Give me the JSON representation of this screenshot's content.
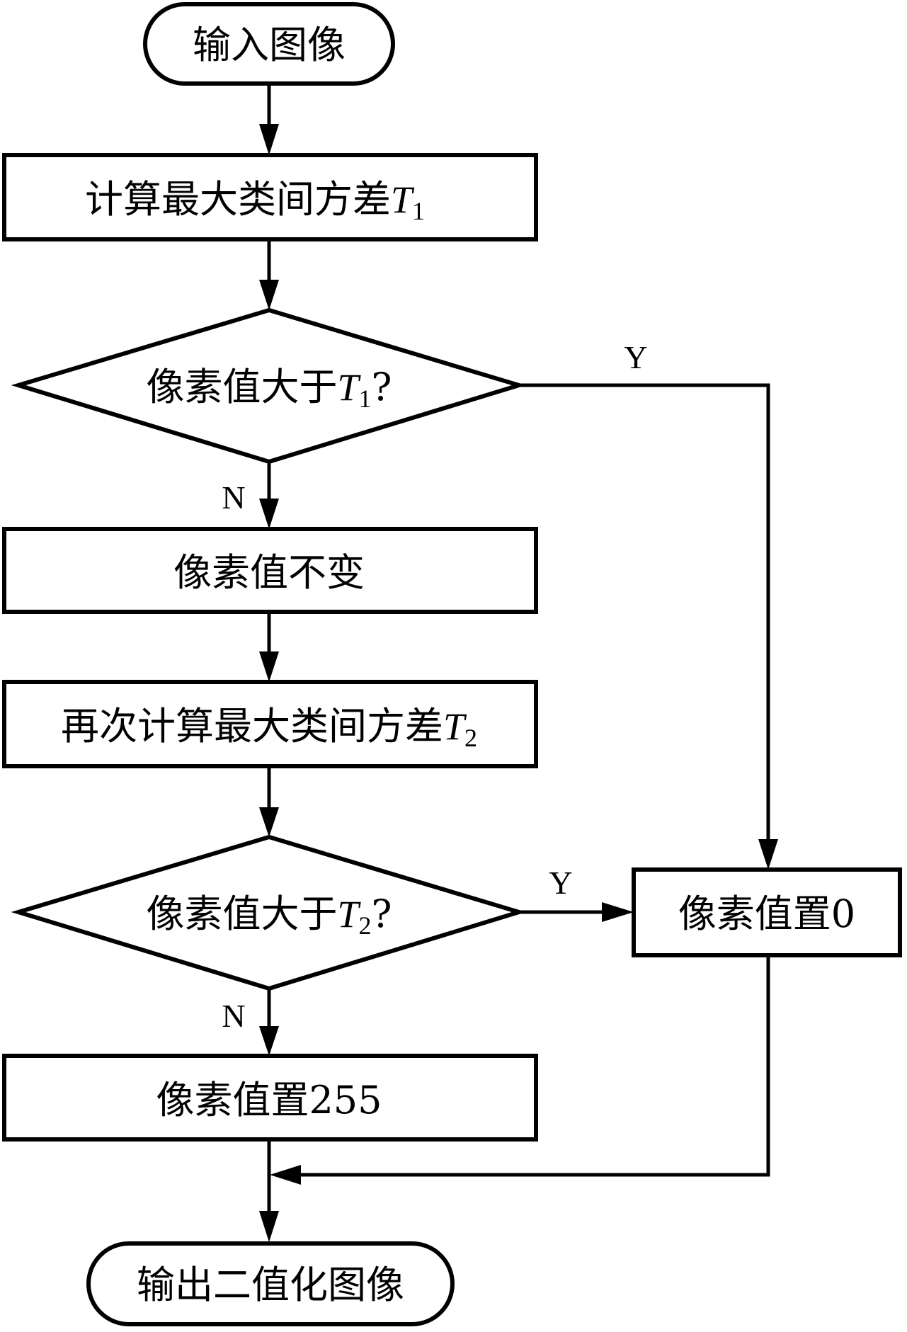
{
  "diagram": {
    "type": "flowchart",
    "nodes": {
      "start": {
        "shape": "terminal",
        "text": "输入图像"
      },
      "calc_t1": {
        "shape": "process",
        "text": "计算最大类间方差",
        "var": "T",
        "sub": "1"
      },
      "decide_t1": {
        "shape": "decision",
        "text": "像素值大于",
        "var": "T",
        "sub": "1",
        "suffix": "?"
      },
      "keep": {
        "shape": "process",
        "text": "像素值不变"
      },
      "calc_t2": {
        "shape": "process",
        "text": "再次计算最大类间方差",
        "var": "T",
        "sub": "2"
      },
      "decide_t2": {
        "shape": "decision",
        "text": "像素值大于",
        "var": "T",
        "sub": "2",
        "suffix": "?"
      },
      "set0": {
        "shape": "process",
        "text": "像素值置0"
      },
      "set255": {
        "shape": "process",
        "text": "像素值置255"
      },
      "end": {
        "shape": "terminal",
        "text": "输出二值化图像"
      }
    },
    "edges": [
      {
        "from": "start",
        "to": "calc_t1",
        "label": ""
      },
      {
        "from": "calc_t1",
        "to": "decide_t1",
        "label": ""
      },
      {
        "from": "decide_t1",
        "to": "set0",
        "label": "Y"
      },
      {
        "from": "decide_t1",
        "to": "keep",
        "label": "N"
      },
      {
        "from": "keep",
        "to": "calc_t2",
        "label": ""
      },
      {
        "from": "calc_t2",
        "to": "decide_t2",
        "label": ""
      },
      {
        "from": "decide_t2",
        "to": "set0",
        "label": "Y"
      },
      {
        "from": "decide_t2",
        "to": "set255",
        "label": "N"
      },
      {
        "from": "set255",
        "to": "end",
        "label": ""
      },
      {
        "from": "set0",
        "to": "end",
        "label": ""
      }
    ],
    "labels": {
      "yes": "Y",
      "no": "N"
    }
  }
}
